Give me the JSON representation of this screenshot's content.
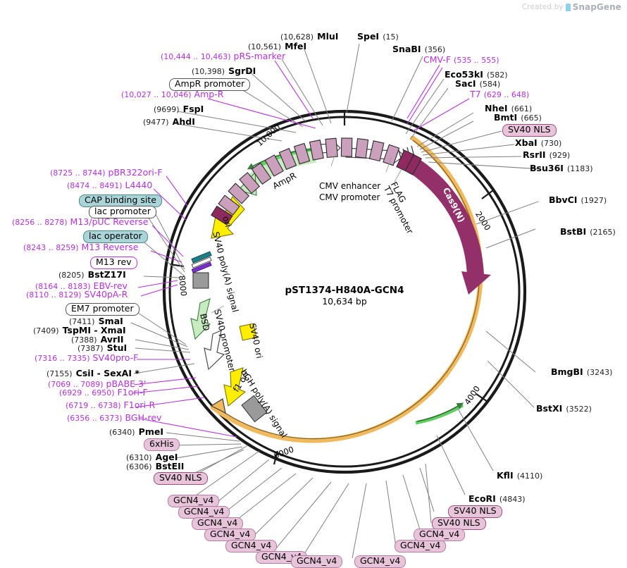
{
  "watermark": {
    "prefix": "Created by",
    "brand": "SnapGene"
  },
  "plasmid": {
    "name": "pST1374-H840A-GCN4",
    "size": "10,634 bp"
  },
  "ruler_ticks": [
    "2000",
    "4000",
    "6000",
    "8000",
    "10,000"
  ],
  "map_features": [
    {
      "name": "AmpR",
      "label": "AmpR",
      "color": "#c8ebc2"
    },
    {
      "name": "CMV enhancer",
      "label": "CMV enhancer",
      "color": "#ffffff"
    },
    {
      "name": "CMV promoter",
      "label": "CMV promoter",
      "color": "#ffffff"
    },
    {
      "name": "FLAG",
      "label": "FLAG",
      "color": "#ffffff"
    },
    {
      "name": "T7 promoter",
      "label": "T7 promoter",
      "color": "#ffffff"
    },
    {
      "name": "Cas9(N)",
      "label": "Cas9(N)",
      "color": "#93306a"
    },
    {
      "name": "ori",
      "label": "ori",
      "color": "#ffee00"
    },
    {
      "name": "SV40 poly(A) signal",
      "label": "SV40 poly(A) signal",
      "color": "#9a9a9a"
    },
    {
      "name": "BSD",
      "label": "BSD",
      "color": "#c8ebc2"
    },
    {
      "name": "SV40 promoter",
      "label": "SV40 promoter",
      "color": "#ffffff"
    },
    {
      "name": "SV40 ori",
      "label": "SV40 ori",
      "color": "#ffee00"
    },
    {
      "name": "f1 ori",
      "label": "f1 ori",
      "color": "#ffee00"
    },
    {
      "name": "bGH poly(A) signal",
      "label": "bGH poly(A) signal",
      "color": "#9a9a9a"
    }
  ],
  "labels_top": [
    {
      "pos": "(10,628)",
      "name": "MluI",
      "kind": "enzyme"
    },
    {
      "pos": "",
      "name": "SpeI",
      "kind": "enzyme"
    },
    {
      "pos": "(15)",
      "name": "",
      "kind": "enzyme-pos-after"
    },
    {
      "pos": "(10,561)",
      "name": "MfeI",
      "kind": "enzyme"
    },
    {
      "pos": "(356)",
      "name": "SnaBI",
      "kind": "enzyme"
    }
  ],
  "labels": {
    "mluI": {
      "pos": "(10,628)",
      "name": "MluI"
    },
    "speI": {
      "name": "SpeI",
      "pos": "(15)"
    },
    "mfeI": {
      "pos": "(10,561)",
      "name": "MfeI"
    },
    "snaBI": {
      "name": "SnaBI",
      "pos": "(356)"
    },
    "prs_marker": {
      "pos": "(10,444 .. 10,463)",
      "name": "pRS-marker"
    },
    "sgrDI": {
      "pos": "(10,398)",
      "name": "SgrDI"
    },
    "ampr_promoter": {
      "name": "AmpR promoter"
    },
    "amp_r": {
      "pos": "(10,027 .. 10,046)",
      "name": "Amp-R"
    },
    "fspI": {
      "pos": "(9699)",
      "name": "FspI"
    },
    "ahdI": {
      "pos": "(9477)",
      "name": "AhdI"
    },
    "cmv_f": {
      "name": "CMV-F",
      "pos": "(535 .. 555)"
    },
    "eco53kI": {
      "name": "Eco53kI",
      "pos": "(582)"
    },
    "sacI": {
      "name": "SacI",
      "pos": "(584)"
    },
    "t7": {
      "name": "T7",
      "pos": "(629 .. 648)"
    },
    "nheI": {
      "name": "NheI",
      "pos": "(661)"
    },
    "bmtI": {
      "name": "BmtI",
      "pos": "(665)"
    },
    "sv40nls_1": {
      "name": "SV40 NLS"
    },
    "xbaI": {
      "name": "XbaI",
      "pos": "(730)"
    },
    "rsrII": {
      "name": "RsrII",
      "pos": "(929)"
    },
    "bsu36I": {
      "name": "Bsu36I",
      "pos": "(1183)"
    },
    "bbvCI": {
      "name": "BbvCI",
      "pos": "(1927)"
    },
    "bstBI": {
      "name": "BstBI",
      "pos": "(2165)"
    },
    "bmgBI": {
      "name": "BmgBI",
      "pos": "(3243)"
    },
    "bstXI": {
      "name": "BstXI",
      "pos": "(3522)"
    },
    "kflI": {
      "name": "KflI",
      "pos": "(4110)"
    },
    "ecoRI": {
      "name": "EcoRI",
      "pos": "(4843)"
    },
    "pbr322ori_f": {
      "pos": "(8725 .. 8744)",
      "name": "pBR322ori-F"
    },
    "l4440": {
      "pos": "(8474 .. 8491)",
      "name": "L4440"
    },
    "cap_binding_site": {
      "name": "CAP binding site"
    },
    "lac_promoter": {
      "name": "lac promoter"
    },
    "m13puc_reverse": {
      "pos": "(8256 .. 8278)",
      "name": "M13/pUC Reverse"
    },
    "lac_operator": {
      "name": "lac operator"
    },
    "m13_reverse": {
      "pos": "(8243 .. 8259)",
      "name": "M13 Reverse"
    },
    "m13_rev": {
      "name": "M13 rev"
    },
    "bstZ17I": {
      "pos": "(8205)",
      "name": "BstZ17I"
    },
    "ebv_rev": {
      "pos": "(8164 .. 8183)",
      "name": "EBV-rev"
    },
    "sv40pa_r": {
      "pos": "(8110 .. 8129)",
      "name": "SV40pA-R"
    },
    "em7_promoter": {
      "name": "EM7 promoter"
    },
    "smaI": {
      "pos": "(7411)",
      "name": "SmaI"
    },
    "tspMI_xmaI": {
      "pos": "(7409)",
      "name": "TspMI  -  XmaI"
    },
    "avrII": {
      "pos": "(7388)",
      "name": "AvrII"
    },
    "stuI": {
      "pos": "(7387)",
      "name": "StuI"
    },
    "sv40pro_f": {
      "pos": "(7316 .. 7335)",
      "name": "SV40pro-F"
    },
    "csiI_sexaI": {
      "pos": "(7155)",
      "name": "CsiI  -  SexAI *"
    },
    "pbabe3": {
      "pos": "(7069 .. 7089)",
      "name": "pBABE 3'"
    },
    "f1ori_f": {
      "pos": "(6929 .. 6950)",
      "name": "F1ori-F"
    },
    "f1ori_r": {
      "pos": "(6719 .. 6738)",
      "name": "F1ori-R"
    },
    "bgh_rev": {
      "pos": "(6356 .. 6373)",
      "name": "BGH-rev"
    },
    "pmeI": {
      "pos": "(6340)",
      "name": "PmeI"
    },
    "his6": {
      "name": "6xHis"
    },
    "ageI": {
      "pos": "(6310)",
      "name": "AgeI"
    },
    "bstEII": {
      "pos": "(6306)",
      "name": "BstEII"
    },
    "sv40nls_left": {
      "name": "SV40 NLS"
    },
    "sv40nls_r1": {
      "name": "SV40 NLS"
    },
    "sv40nls_r2": {
      "name": "SV40 NLS"
    }
  },
  "gcn4_label": "GCN4_v4",
  "gcn4_repeats_left": [
    {
      "label": "GCN4_v4"
    },
    {
      "label": "GCN4_v4"
    },
    {
      "label": "GCN4_v4"
    },
    {
      "label": "GCN4_v4"
    },
    {
      "label": "GCN4_v4"
    },
    {
      "label": "GCN4_v4"
    },
    {
      "label": "GCN4_v4"
    },
    {
      "label": "GCN4_v4"
    }
  ],
  "gcn4_repeats_right": [
    {
      "label": "GCN4_v4"
    },
    {
      "label": "GCN4_v4"
    }
  ],
  "colors": {
    "backbone": "#1a1a1a",
    "cas9": "#93306a",
    "orf_orange": "#f0b95e",
    "gcn4_box": "#cba0bd",
    "green_feature": "#c8ebc2",
    "green_arrow": "#5fd05f",
    "yellow_feature": "#ffee00",
    "primer_purple": "#b431e0",
    "teal_chip": "#a9d4d8",
    "gray_feature": "#9a9a9a"
  }
}
